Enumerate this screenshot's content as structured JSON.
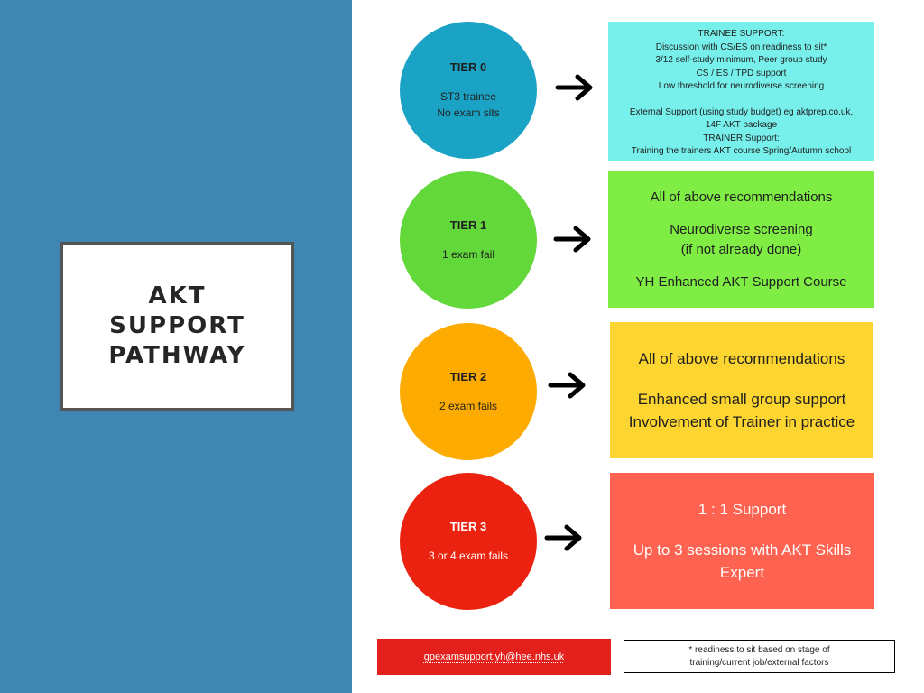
{
  "title": {
    "lines": [
      "AKT",
      "SUPPORT",
      "PATHWAY"
    ]
  },
  "tiers": [
    {
      "name": "TIER 0",
      "desc_lines": [
        "ST3 trainee",
        "No exam sits"
      ],
      "circle_color": "#1aa3c4",
      "box_color": "#77efea",
      "box_lines": [
        "TRAINEE SUPPORT:",
        "Discussion with CS/ES on readiness to sit*",
        "3/12 self-study minimum, Peer group study",
        "CS / ES / TPD support",
        "Low threshold for neurodiverse screening",
        "",
        "External Support (using study budget) eg aktprep.co.uk,",
        "14F AKT package",
        "TRAINER Support:",
        "Training the trainers AKT course Spring/Autumn school"
      ]
    },
    {
      "name": "TIER 1",
      "desc_lines": [
        "1 exam fail"
      ],
      "circle_color": "#62d83b",
      "box_color": "#7fed44",
      "box_lines": [
        "All of above recommendations",
        "",
        "Neurodiverse screening",
        "(if not already done)",
        "",
        "YH Enhanced AKT Support Course"
      ]
    },
    {
      "name": "TIER 2",
      "desc_lines": [
        "2 exam fails"
      ],
      "circle_color": "#fdab00",
      "box_color": "#fdd530",
      "box_lines": [
        "All of above recommendations",
        "",
        "Enhanced small group support",
        "Involvement of Trainer in practice"
      ]
    },
    {
      "name": "TIER 3",
      "desc_lines": [
        "3 or 4 exam fails"
      ],
      "circle_color": "#ec2210",
      "box_color": "#fd6350",
      "box_lines": [
        "1 : 1 Support",
        "",
        "Up to 3 sessions with AKT Skills",
        "Expert"
      ]
    }
  ],
  "footer": {
    "email": "gpexamsupport.yh@hee.nhs.uk",
    "note_lines": [
      "* readiness to sit based on stage of",
      "training/current job/external factors"
    ]
  },
  "colors": {
    "left_panel": "#3f87b2",
    "arrow": "#000000",
    "email_box": "#e3201b"
  }
}
